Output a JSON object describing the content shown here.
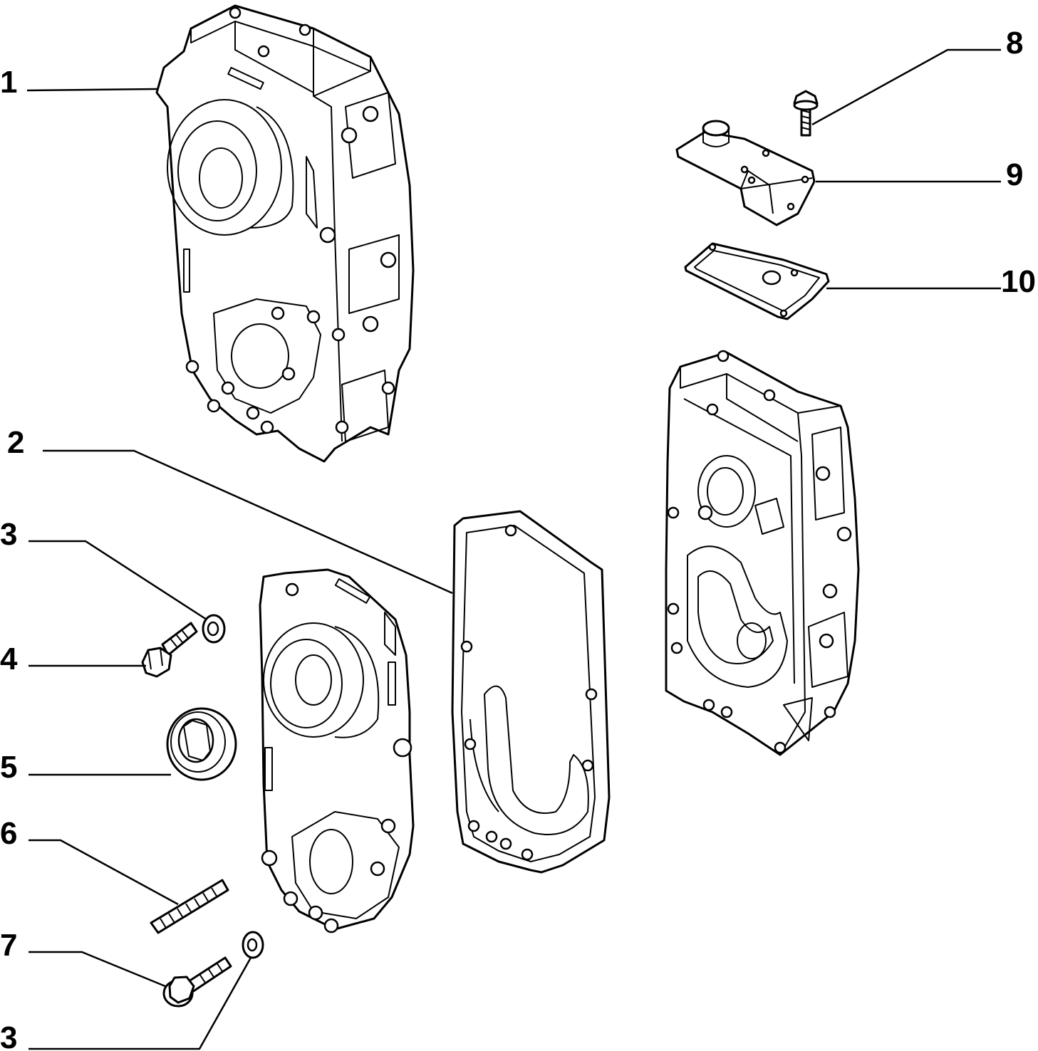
{
  "callouts": [
    {
      "id": "1",
      "label": "1"
    },
    {
      "id": "2",
      "label": "2"
    },
    {
      "id": "3a",
      "label": "3"
    },
    {
      "id": "4",
      "label": "4"
    },
    {
      "id": "5",
      "label": "5"
    },
    {
      "id": "6",
      "label": "6"
    },
    {
      "id": "7",
      "label": "7"
    },
    {
      "id": "3b",
      "label": "3"
    },
    {
      "id": "8",
      "label": "8"
    },
    {
      "id": "9",
      "label": "9"
    },
    {
      "id": "10",
      "label": "10"
    }
  ],
  "colors": {
    "line": "#000000",
    "background": "#ffffff"
  }
}
